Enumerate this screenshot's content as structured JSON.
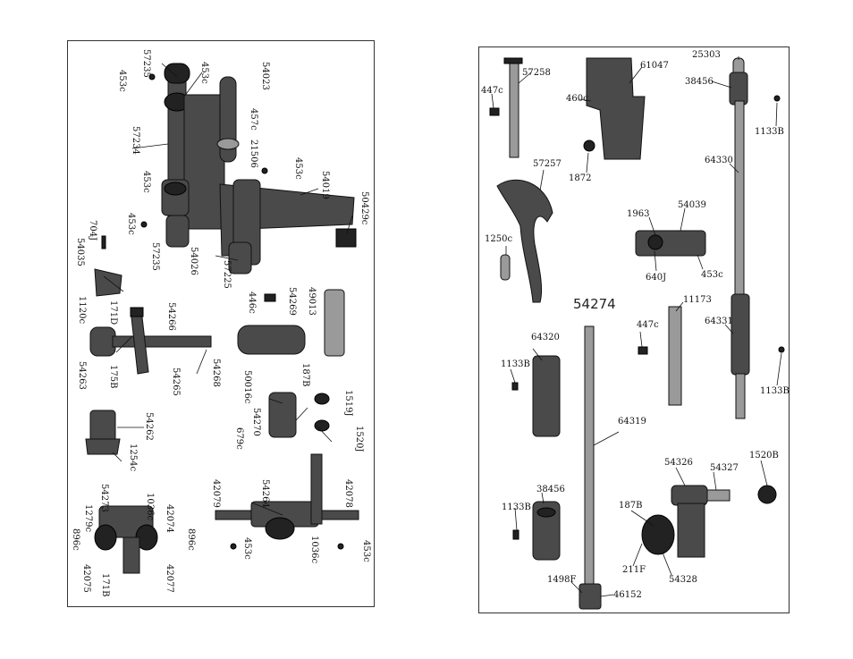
{
  "left_panel": {
    "labels": {
      "l_57235_top": "57235",
      "l_453c_a": "453c",
      "l_453c_b": "453c",
      "l_54023": "54023",
      "l_457c": "457c",
      "l_57234": "57234",
      "l_21506": "21506",
      "l_453c_c": "453c",
      "l_453c_d": "453c",
      "l_54019": "54019",
      "l_453c_e": "453c",
      "l_57235_b": "57235",
      "l_54026": "54026",
      "l_50429c": "50429c",
      "l_704j": "704J",
      "l_54035": "54035",
      "l_57225": "57225",
      "l_1120c": "1120c",
      "l_171d": "171D",
      "l_54266": "54266",
      "l_446c": "446c",
      "l_54269": "54269",
      "l_49013": "49013",
      "l_54263": "54263",
      "l_175b": "175B",
      "l_54265": "54265",
      "l_54268": "54268",
      "l_50016c": "50016c",
      "l_187b": "187B",
      "l_54270": "54270",
      "l_1519j": "1519J",
      "l_679c": "679c",
      "l_1520j": "1520J",
      "l_54262": "54262",
      "l_1254c": "1254c",
      "l_42079": "42079",
      "l_54264": "54264",
      "l_42078": "42078",
      "l_54273": "54273",
      "l_1279c": "1279c",
      "l_1036c_a": "1036c",
      "l_896c_a": "896c",
      "l_42074": "42074",
      "l_896c_b": "896c",
      "l_453c_f": "453c",
      "l_1036c_b": "1036c",
      "l_453c_g": "453c",
      "l_42075": "42075",
      "l_171b": "171B",
      "l_42077": "42077"
    }
  },
  "right_panel": {
    "labels": {
      "r_57258": "57258",
      "r_447c_a": "447c",
      "r_61047": "61047",
      "r_460c": "460c",
      "r_25303": "25303",
      "r_38456_a": "38456",
      "r_1133b_a": "1133B",
      "r_57257": "57257",
      "r_1872": "1872",
      "r_64330": "64330",
      "r_1963": "1963",
      "r_54039": "54039",
      "r_1250c": "1250c",
      "r_640j": "640J",
      "r_453c": "453c",
      "r_54274": "54274",
      "r_11173": "11173",
      "r_447c_b": "447c",
      "r_64331": "64331",
      "r_64320": "64320",
      "r_1133b_b": "1133B",
      "r_1133b_c": "1133B",
      "r_64319": "64319",
      "r_1520b": "1520B",
      "r_54326": "54326",
      "r_54327": "54327",
      "r_38456_b": "38456",
      "r_1133b_d": "1133B",
      "r_187b": "187B",
      "r_211f": "211F",
      "r_54328": "54328",
      "r_1498f": "1498F",
      "r_46152": "46152"
    }
  }
}
